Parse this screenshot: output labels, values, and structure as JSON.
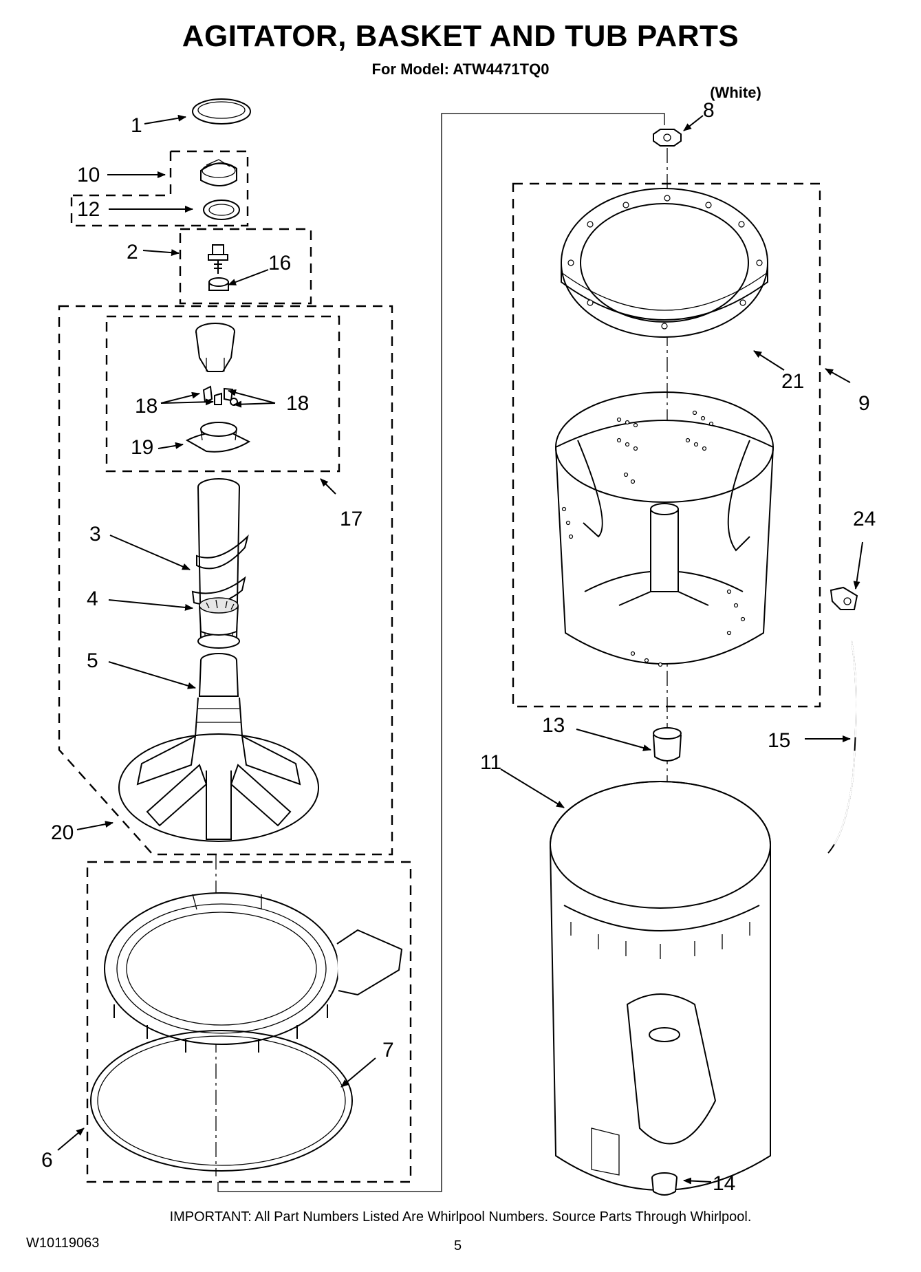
{
  "header": {
    "title": "AGITATOR, BASKET AND TUB PARTS",
    "model_line": "For Model: ATW4471TQ0",
    "color_line": "(White)"
  },
  "callouts": {
    "c1": "1",
    "c2": "2",
    "c3": "3",
    "c4": "4",
    "c5": "5",
    "c6": "6",
    "c7": "7",
    "c8": "8",
    "c9": "9",
    "c10": "10",
    "c11": "11",
    "c12": "12",
    "c13": "13",
    "c14": "14",
    "c15": "15",
    "c16": "16",
    "c17": "17",
    "c18a": "18",
    "c18b": "18",
    "c19": "19",
    "c20": "20",
    "c21": "21",
    "c24": "24"
  },
  "footer": {
    "notice": "IMPORTANT: All Part Numbers Listed Are Whirlpool Numbers. Source Parts Through Whirlpool.",
    "doc_number": "W10119063",
    "page_number": "5"
  }
}
